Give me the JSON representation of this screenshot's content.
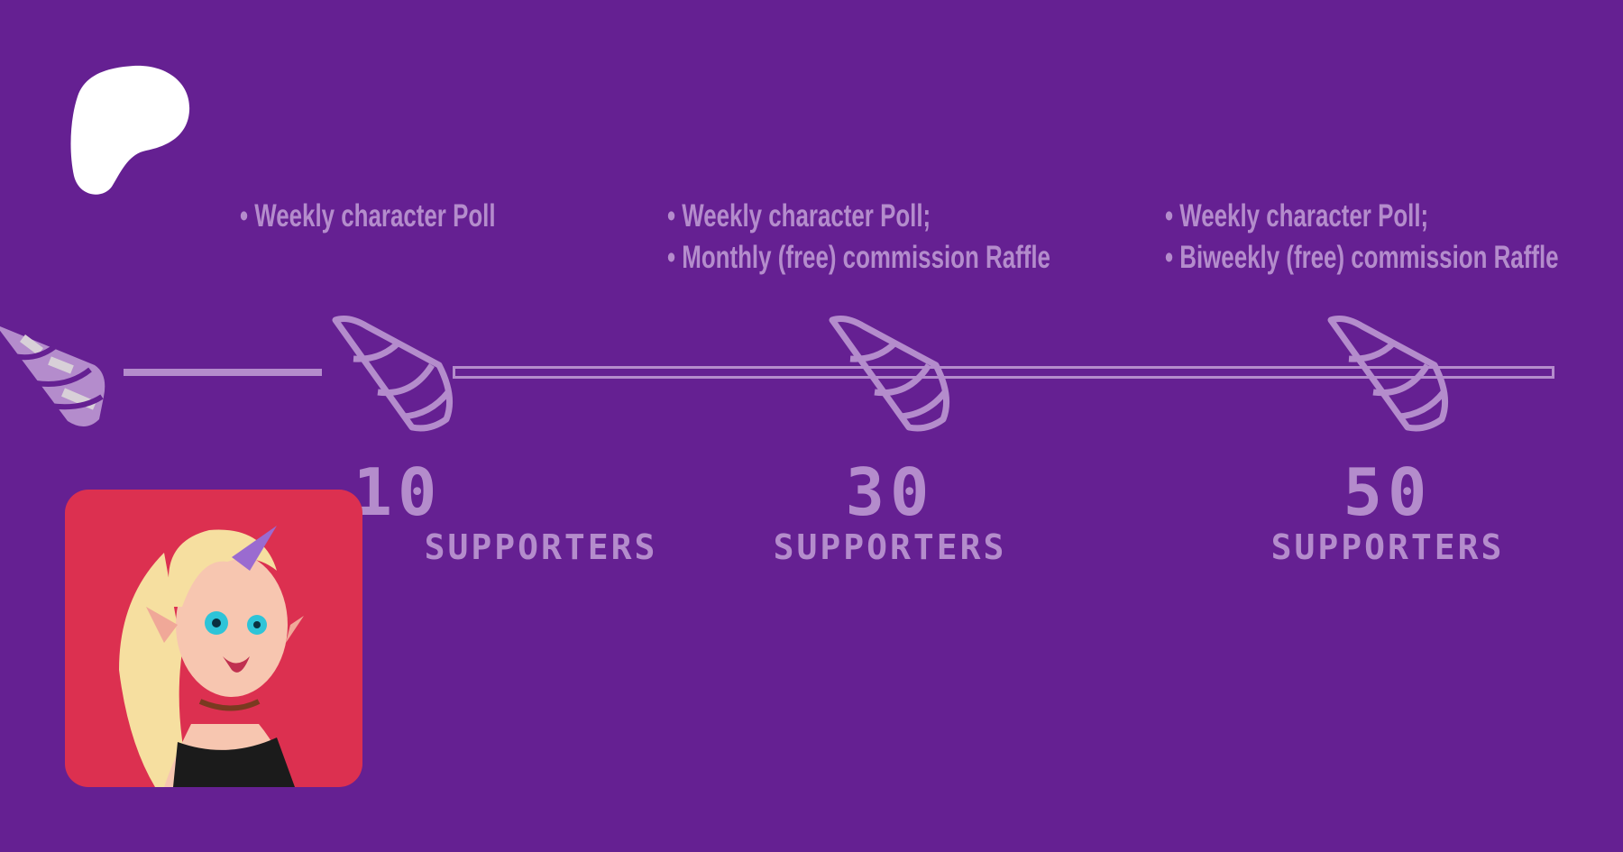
{
  "tiers": [
    {
      "count": "10",
      "label": "SUPPORTERS",
      "perks": [
        "• Weekly character Poll"
      ]
    },
    {
      "count": "30",
      "label": "SUPPORTERS",
      "perks": [
        "• Weekly character Poll;",
        "• Monthly (free) commission Raffle"
      ]
    },
    {
      "count": "50",
      "label": "SUPPORTERS",
      "perks": [
        "• Weekly character Poll;",
        "• Biweekly (free) commission Raffle"
      ]
    }
  ],
  "colors": {
    "background": "#652092",
    "accent": "#b48ccc",
    "card": "#dc3050"
  }
}
